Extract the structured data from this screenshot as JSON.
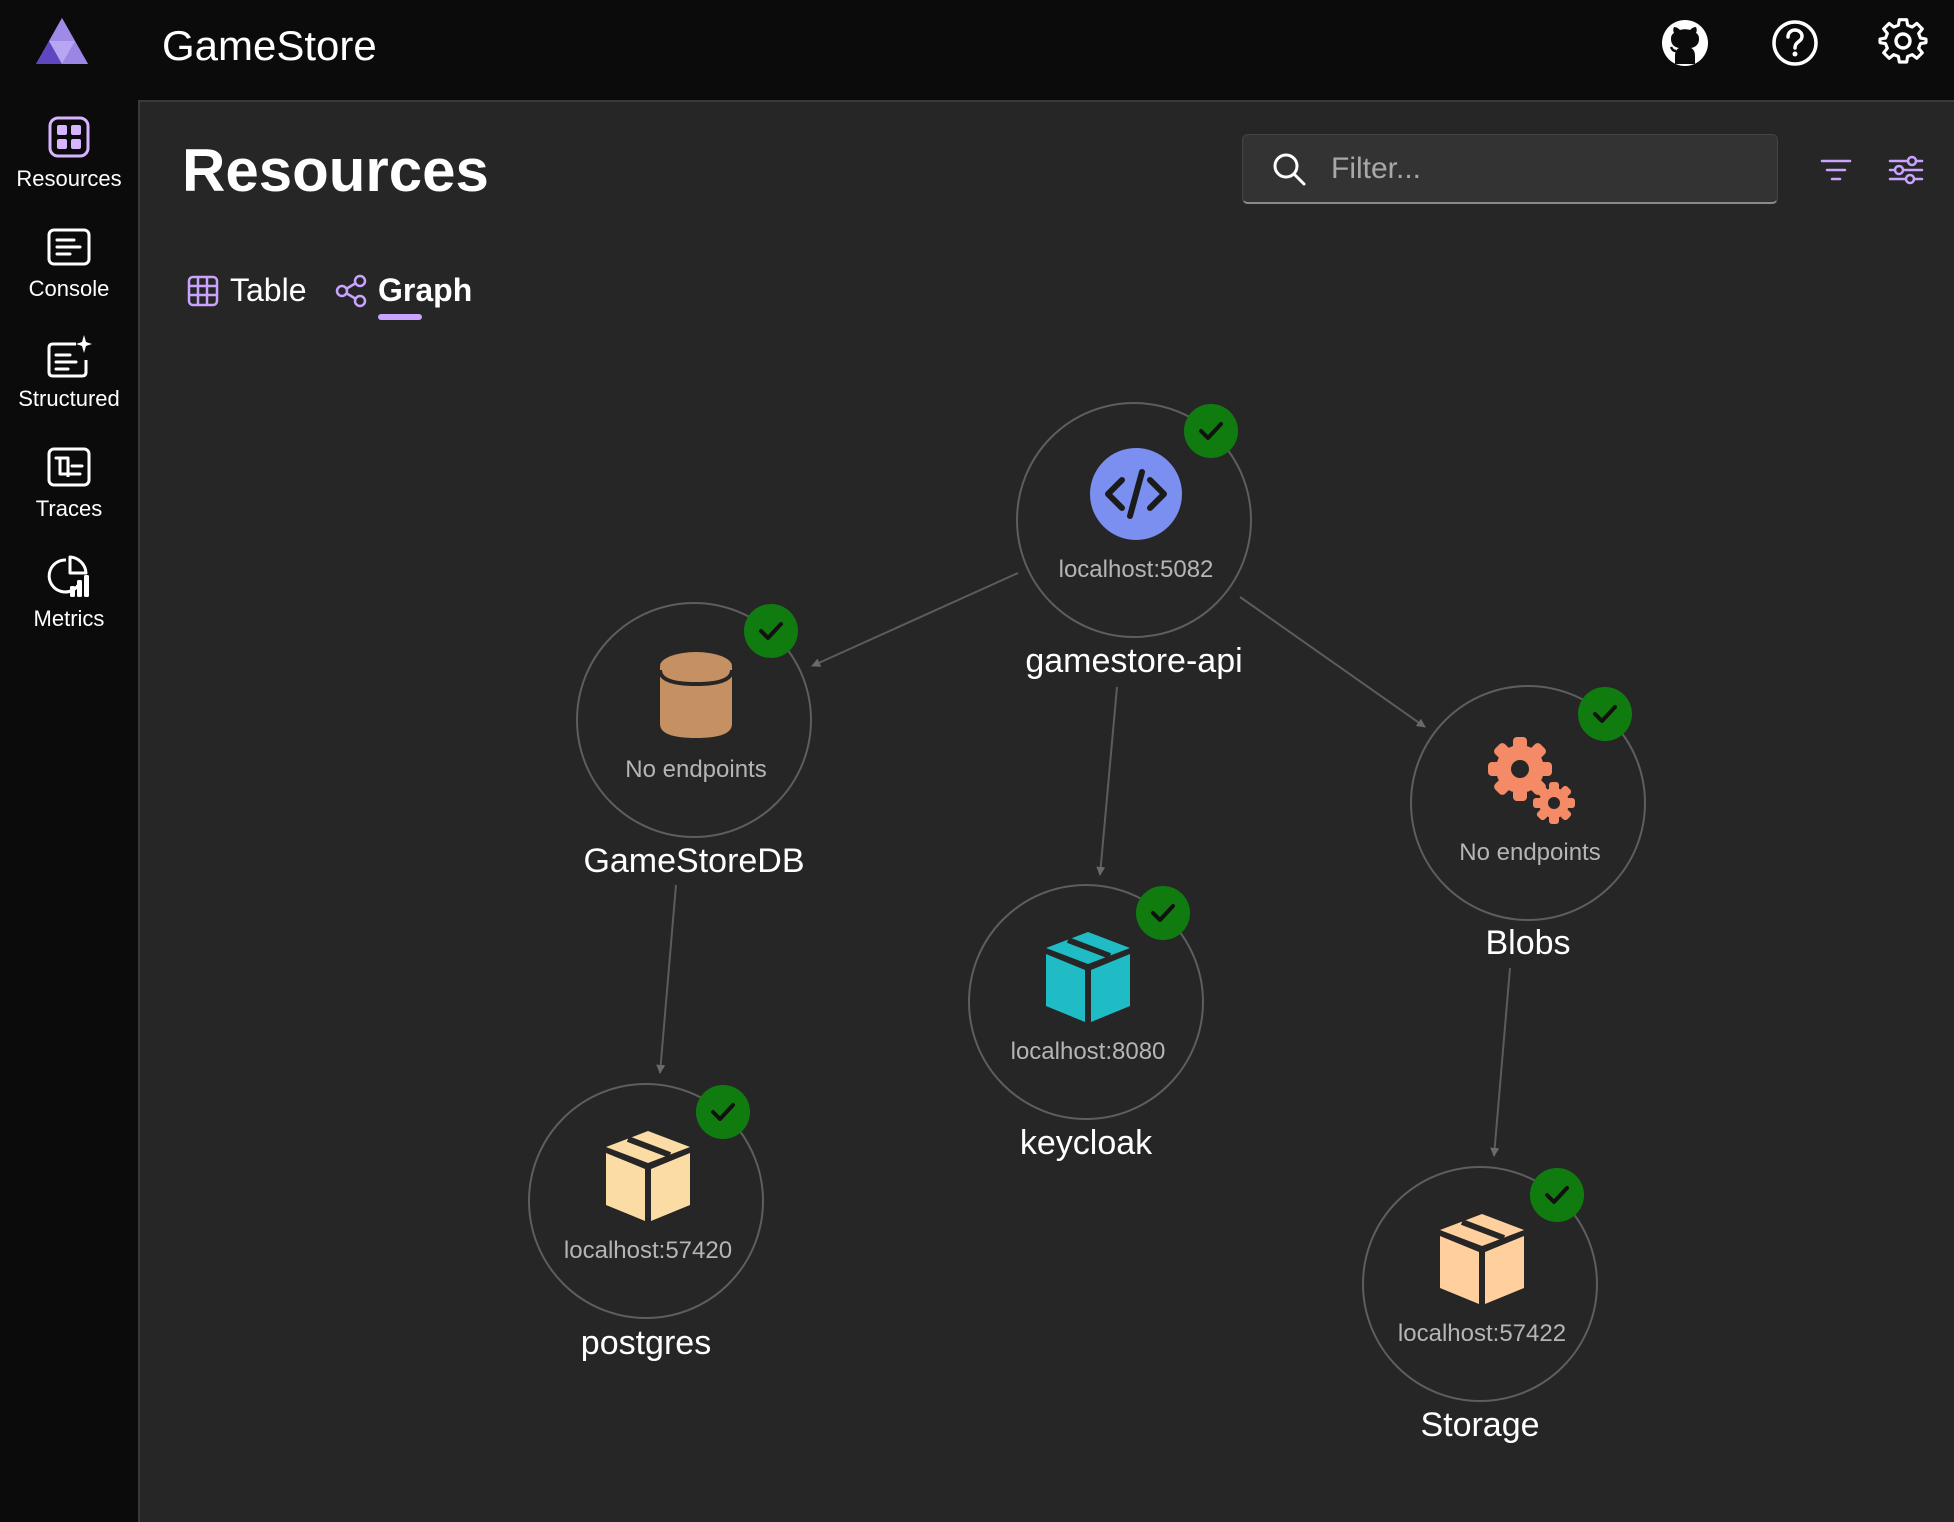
{
  "app": {
    "title": "GameStore"
  },
  "header": {
    "icons": [
      "github-icon",
      "help-icon",
      "settings-icon"
    ]
  },
  "sidebar": {
    "items": [
      {
        "label": "Resources",
        "icon": "resources-icon"
      },
      {
        "label": "Console",
        "icon": "console-icon"
      },
      {
        "label": "Structured",
        "icon": "structured-icon"
      },
      {
        "label": "Traces",
        "icon": "traces-icon"
      },
      {
        "label": "Metrics",
        "icon": "metrics-icon"
      }
    ]
  },
  "page": {
    "title": "Resources",
    "filter_placeholder": "Filter...",
    "tabs": [
      {
        "label": "Table",
        "icon": "table-icon",
        "selected": false
      },
      {
        "label": "Graph",
        "icon": "graph-icon",
        "selected": true
      }
    ]
  },
  "colors": {
    "accent": "#c9a3ff",
    "status_running": "#107c10",
    "project_icon": "#7b8ff0",
    "database_icon": "#c59062",
    "container_keycloak": "#1fbcc6",
    "container_postgres": "#fbdca5",
    "container_storage": "#ffcf9e",
    "blobs_icon": "#f48a66"
  },
  "graph": {
    "nodes": [
      {
        "name": "gamestore-api",
        "endpoint": "localhost:5082",
        "icon": "code-icon",
        "status": "running"
      },
      {
        "name": "GameStoreDB",
        "endpoint": "No endpoints",
        "icon": "database-icon",
        "status": "running"
      },
      {
        "name": "Blobs",
        "endpoint": "No endpoints",
        "icon": "gears-icon",
        "status": "running"
      },
      {
        "name": "keycloak",
        "endpoint": "localhost:8080",
        "icon": "box-icon",
        "status": "running"
      },
      {
        "name": "postgres",
        "endpoint": "localhost:57420",
        "icon": "box-icon",
        "status": "running"
      },
      {
        "name": "Storage",
        "endpoint": "localhost:57422",
        "icon": "box-icon",
        "status": "running"
      }
    ],
    "edges": [
      {
        "from": "gamestore-api",
        "to": "GameStoreDB"
      },
      {
        "from": "gamestore-api",
        "to": "keycloak"
      },
      {
        "from": "gamestore-api",
        "to": "Blobs"
      },
      {
        "from": "GameStoreDB",
        "to": "postgres"
      },
      {
        "from": "Blobs",
        "to": "Storage"
      }
    ]
  }
}
